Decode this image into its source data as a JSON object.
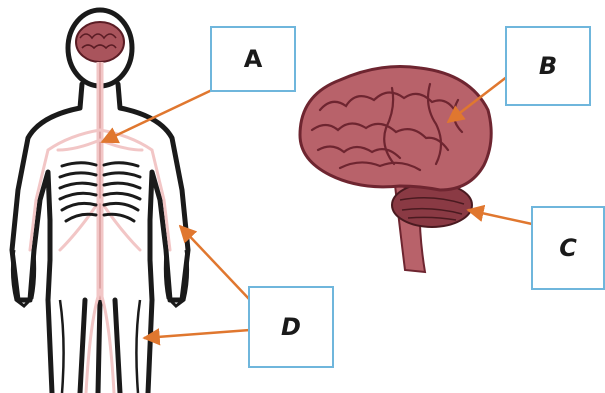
{
  "labels": {
    "a": "A",
    "b": "B",
    "c": "C",
    "d": "D"
  },
  "colors": {
    "pointer_arrow": "#e0772f",
    "label_border": "#6fb6dc",
    "nerve": "#f2c6c6",
    "brain": "#b8626a",
    "brain_dark": "#6e2530",
    "outline": "#1a1a1a"
  },
  "icons": [
    "human-nervous-system-figure",
    "brain-illustration"
  ]
}
